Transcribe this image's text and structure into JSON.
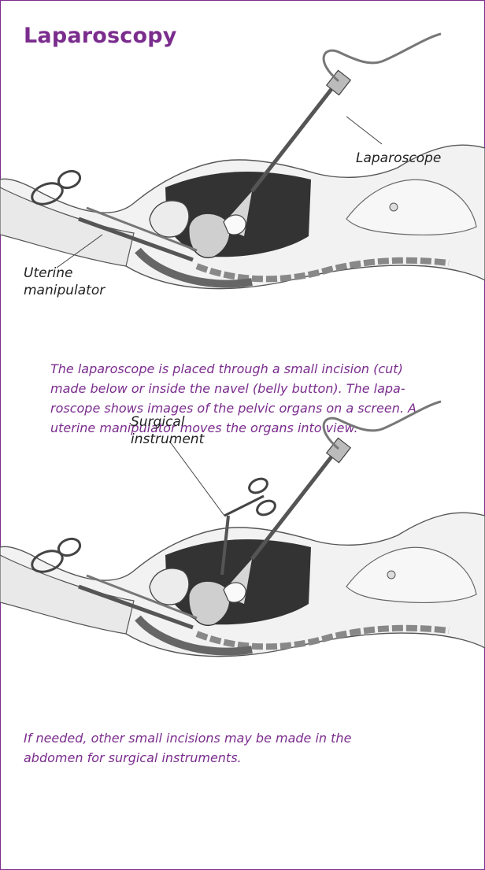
{
  "page": {
    "title": "Laparoscopy",
    "accent_color": "#7b2d8e"
  },
  "figure1": {
    "label_laparoscope": "Laparoscope",
    "label_manipulator": [
      "Uterine",
      "manipulator"
    ],
    "caption": [
      "The laparoscope is placed through a small incision (cut)",
      "made below or inside the navel (belly button). The lapa-",
      "roscope shows images of the pelvic organs on a screen. A",
      "uterine manipulator moves the organs into view."
    ]
  },
  "figure2": {
    "label_instrument": [
      "Surgical",
      "instrument"
    ],
    "caption": [
      "If needed, other small incisions may be made in the",
      "abdomen for surgical instruments."
    ]
  }
}
